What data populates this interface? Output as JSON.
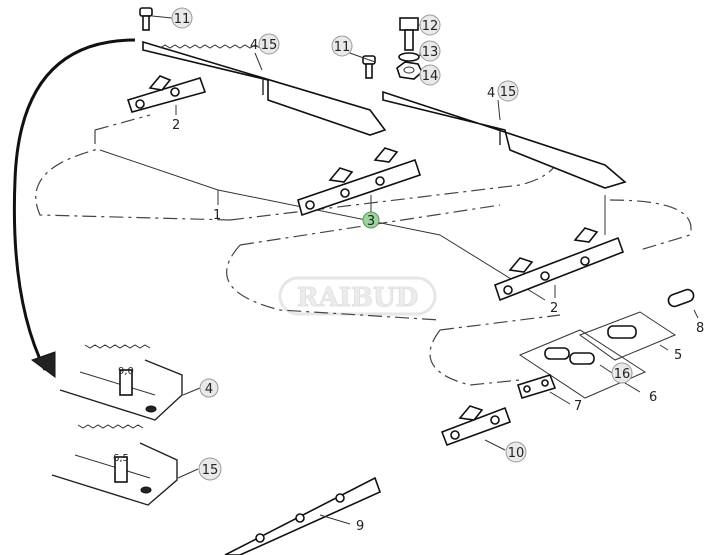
{
  "watermark": {
    "text": "RAIBUD"
  },
  "callouts": {
    "c11a": "11",
    "c4a": "4",
    "c15a": "15",
    "c11b": "11",
    "c12": "12",
    "c13": "13",
    "c14": "14",
    "c4b": "4",
    "c15b": "15",
    "c2a": "2",
    "c1": "1",
    "c3": "3",
    "c2b": "2",
    "c8": "8",
    "c5": "5",
    "c16": "16",
    "c6": "6",
    "c7": "7",
    "c10": "10",
    "c4c": "4",
    "c15c": "15",
    "c9": "9"
  },
  "dimensions": {
    "d1": "9,0",
    "d2": "6,5"
  },
  "colors": {
    "highlight_circle": "#9ed39e"
  }
}
